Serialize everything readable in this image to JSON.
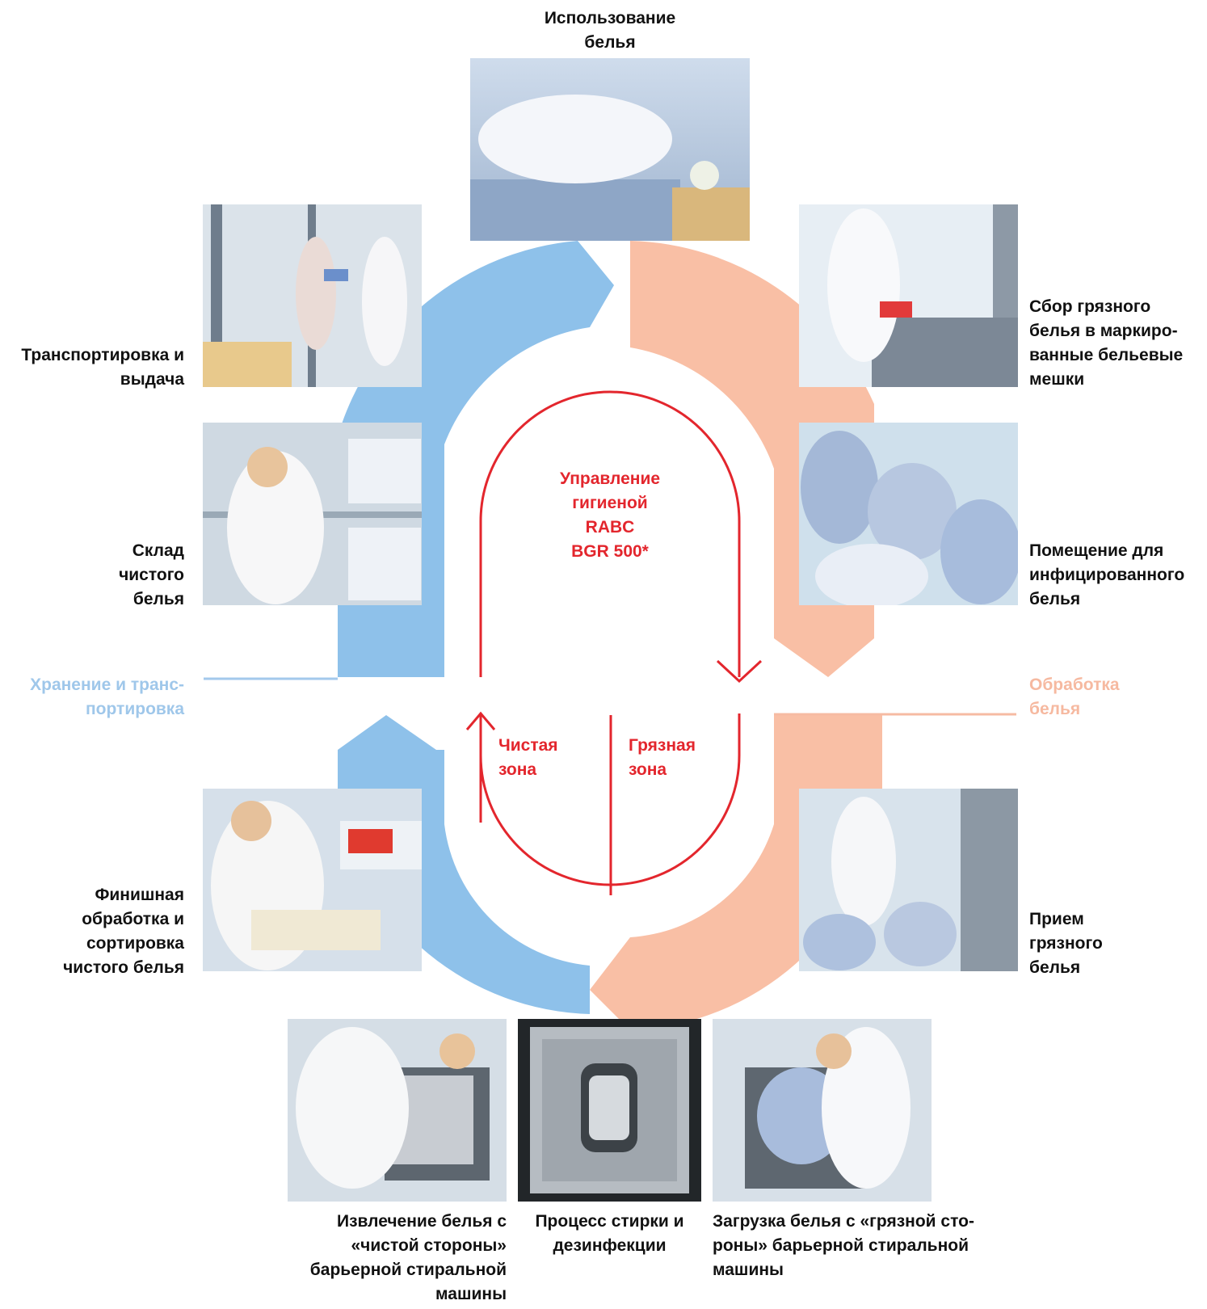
{
  "colors": {
    "clean_flow": "#8ec1ea",
    "dirty_flow": "#f9bfa5",
    "hygiene_red": "#e3262d",
    "clean_zone_label": "#a3c9ec",
    "dirty_zone_label": "#f6bba3",
    "text": "#111111"
  },
  "top": {
    "label": "Использование\nбелья",
    "photo_icon": "hospital-bed-photo"
  },
  "left": {
    "transport": "Транспортировка и\nвыдача",
    "clean_storage": "Склад\nчистого\nбелья",
    "finishing": "Финишная\nобработка и\nсортировка\nчистого белья",
    "zone_label": "Хранение и транс-\nпортировка"
  },
  "right": {
    "collection": "Сбор грязного\nбелья в маркиро-\nванные бельевые\nмешки",
    "infected_room": "Помещение для\nинфицированного\nбелья",
    "reception": "Прием\nгрязного\nбелья",
    "zone_label": "Обработка\nбелья"
  },
  "bottom": {
    "unload": "Извлечение белья с\n«чистой стороны»\nбарьерной стиральной\nмашины",
    "wash": "Процесс стирки и\nдезинфекции",
    "load": "Загрузка белья с «грязной сто-\nроны» барьерной стиральной\nмашины"
  },
  "center": {
    "title": "Управление\nгигиеной\nRABC\nBGR 500*",
    "clean_zone": "Чистая\nзона",
    "dirty_zone": "Грязная\nзона"
  }
}
